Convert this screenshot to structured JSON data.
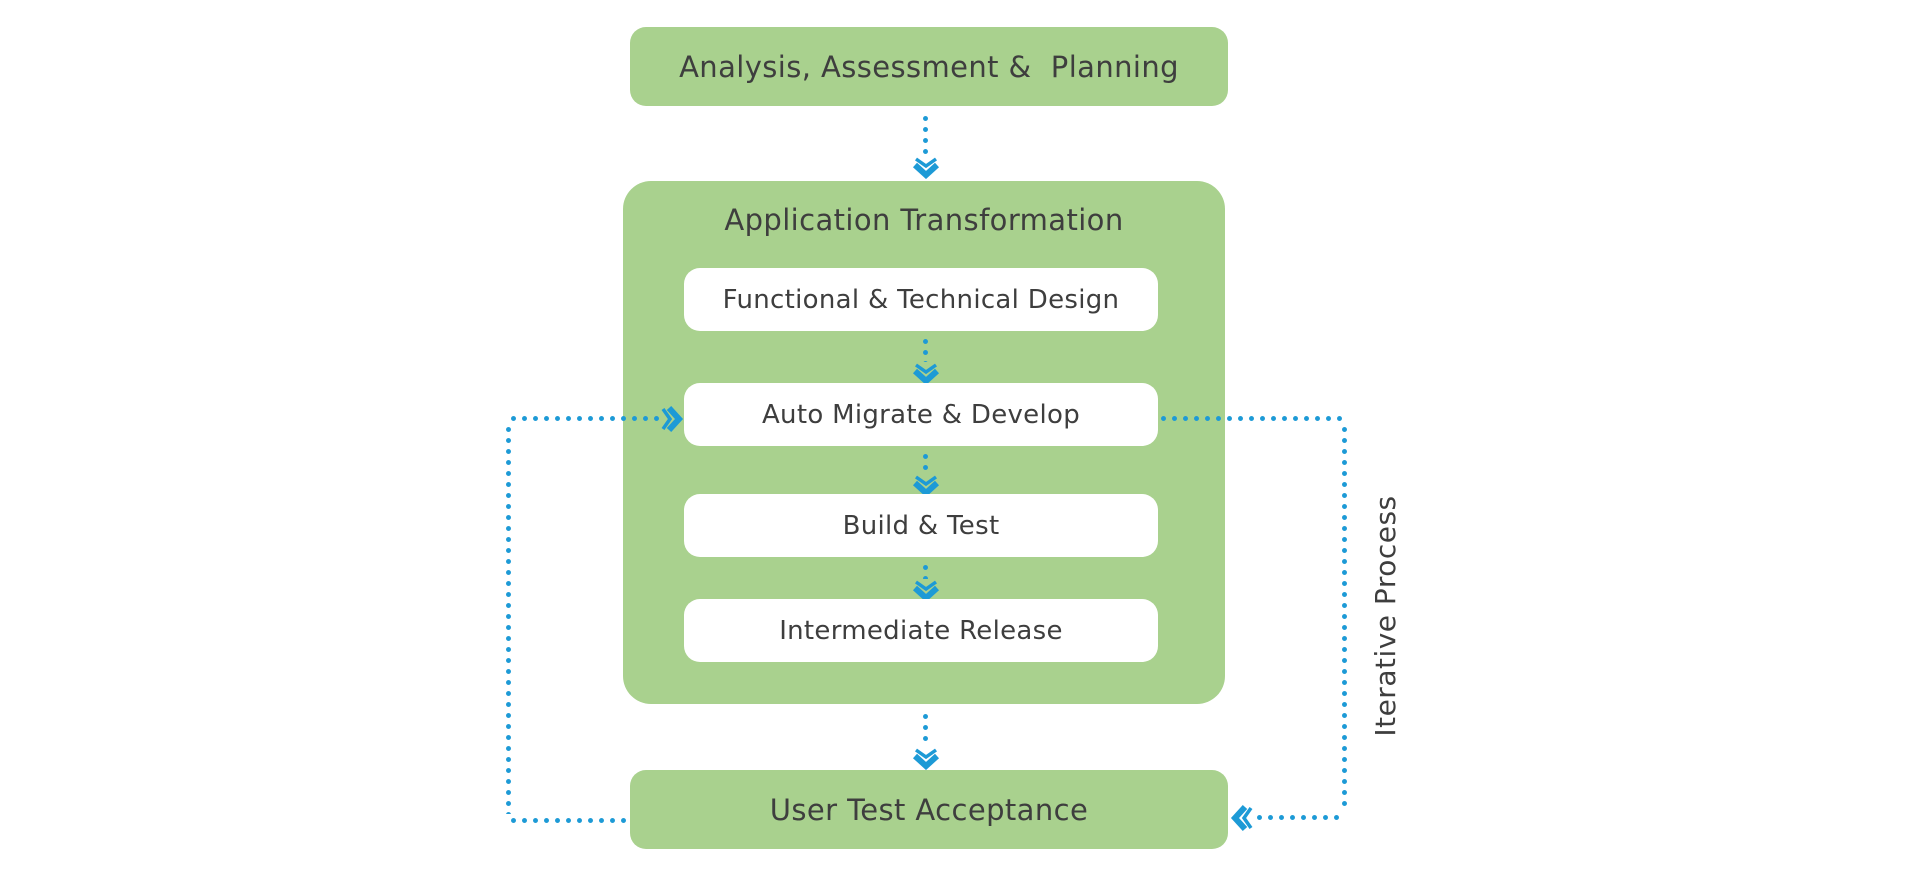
{
  "diagram": {
    "colors": {
      "green": "#a9d18e",
      "blue": "#1d9ad6",
      "text": "#3e3e3e",
      "box_white": "#ffffff"
    },
    "nodes": {
      "analysis": {
        "label": "Analysis, Assessment &  Planning"
      },
      "transformation": {
        "title": "Application Transformation",
        "steps": [
          {
            "label": "Functional & Technical Design"
          },
          {
            "label": "Auto Migrate & Develop"
          },
          {
            "label": "Build & Test"
          },
          {
            "label": "Intermediate Release"
          }
        ]
      },
      "uat": {
        "label": "User Test Acceptance"
      }
    },
    "annotations": {
      "iterative_process": "Iterative Process"
    },
    "icons": {
      "down_arrow": "chevron-down",
      "right_arrow": "chevron-right",
      "left_arrow": "chevron-left",
      "connector_style": "dotted"
    }
  }
}
